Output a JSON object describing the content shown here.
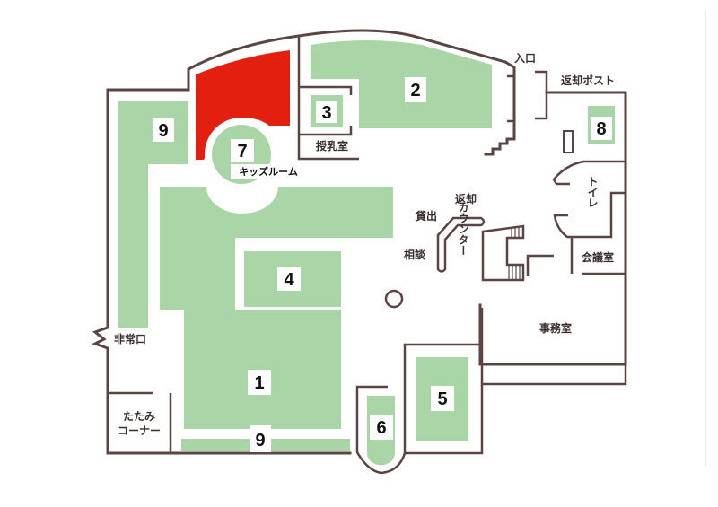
{
  "map": {
    "type": "library floor plan",
    "colors": {
      "zone": "#a9d5a7",
      "highlight": "#e3200f",
      "wall": "#5a4545",
      "background": "#ffffff"
    },
    "zones": [
      {
        "id": "1",
        "label": "1"
      },
      {
        "id": "2",
        "label": "2"
      },
      {
        "id": "3",
        "label": "3"
      },
      {
        "id": "4",
        "label": "4"
      },
      {
        "id": "5",
        "label": "5"
      },
      {
        "id": "6",
        "label": "6"
      },
      {
        "id": "7",
        "label": "7",
        "name": "キッズルーム"
      },
      {
        "id": "8",
        "label": "8"
      },
      {
        "id": "9a",
        "label": "9"
      },
      {
        "id": "9b",
        "label": "9"
      }
    ],
    "rooms": {
      "nursing_room": "授乳室",
      "kids_room": "キッズルーム",
      "entrance": "入口",
      "return_post": "返却ポスト",
      "toilet": "トイレ",
      "meeting_room": "会議室",
      "office": "事務室",
      "emergency_exit": "非常口",
      "tatami_corner_line1": "たたみ",
      "tatami_corner_line2": "コーナー"
    },
    "counter": {
      "name": "カウンター",
      "return": "返却",
      "lending": "貸出",
      "consultation": "相談"
    },
    "highlighted_area": "red area next to kids room"
  }
}
